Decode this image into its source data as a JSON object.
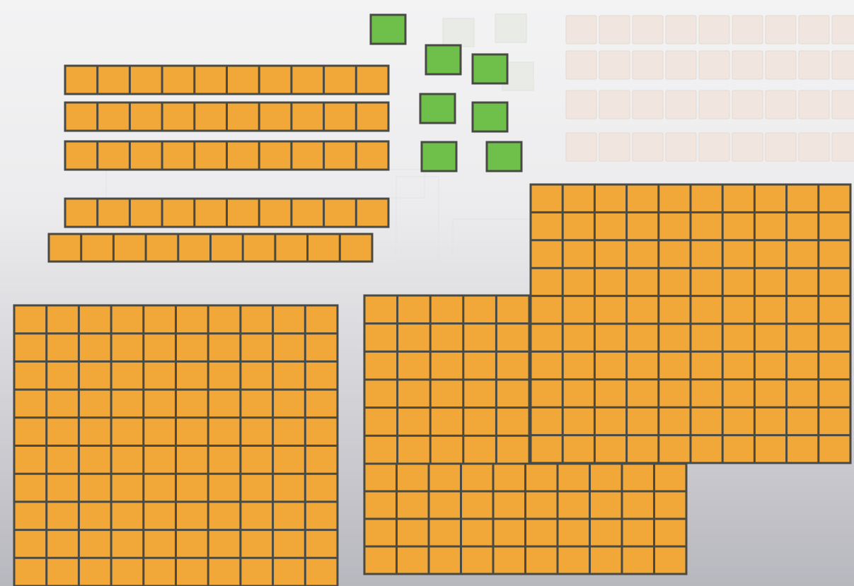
{
  "colors": {
    "block_fill": "#f2a838",
    "unit_fill": "#6fc04b",
    "outline": "#4a4a45",
    "faded_fill": "#f0e6df",
    "faded_outline": "#e4d9d2"
  },
  "tens_rods": {
    "count": 5,
    "units_per_rod": 10
  },
  "ones_cubes": {
    "count": 7
  },
  "faded_grid": {
    "rows": 4,
    "cols": 9
  },
  "hundreds_flats": {
    "full_flats": 2,
    "partial_region": {
      "rows": 4,
      "cols": 10
    }
  }
}
